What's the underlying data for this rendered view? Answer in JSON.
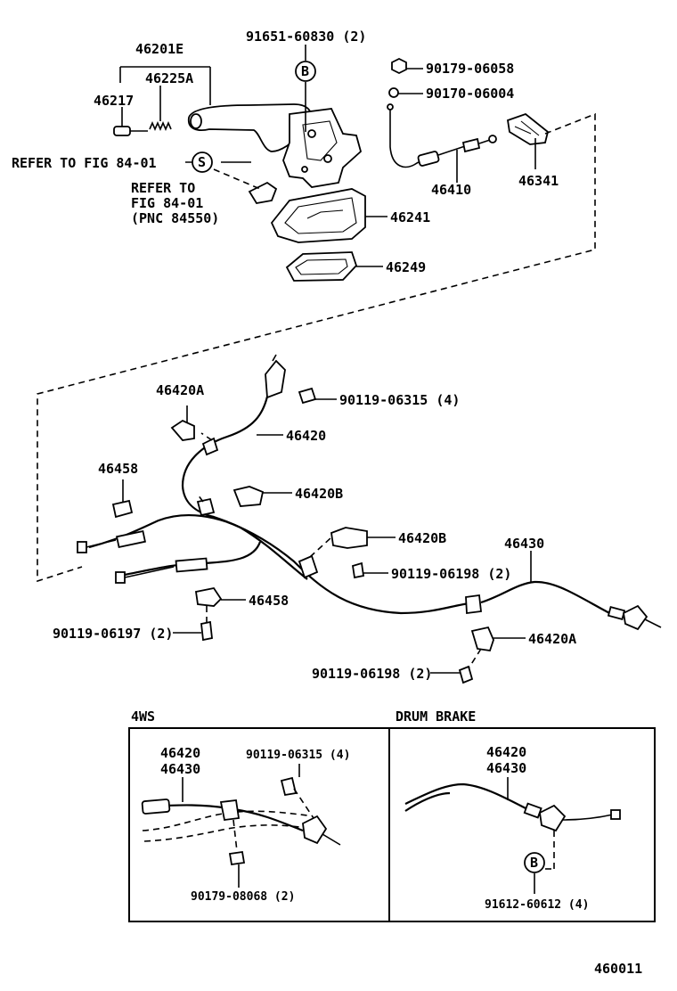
{
  "labels": {
    "p46201E": "46201E",
    "p46225A": "46225A",
    "p46217": "46217",
    "p91651": "91651-60830 (2)",
    "p90179_06058": "90179-06058",
    "p90170": "90170-06004",
    "refer1": "REFER TO FIG 84-01",
    "refer2a": "REFER TO",
    "refer2b": "FIG 84-01",
    "refer2c": "(PNC 84550)",
    "p46410": "46410",
    "p46341": "46341",
    "p46241": "46241",
    "p46249": "46249",
    "p46420A_top": "46420A",
    "p90119_06315": "90119-06315 (4)",
    "p46420": "46420",
    "p46458_top": "46458",
    "p46420B_1": "46420B",
    "p46420B_2": "46420B",
    "p46430": "46430",
    "p90119_06198_a": "90119-06198 (2)",
    "p46458_bot": "46458",
    "p90119_06197": "90119-06197 (2)",
    "p46420A_bot": "46420A",
    "p90119_06198_b": "90119-06198 (2)",
    "ref_B": "B",
    "ref_S": "S",
    "diagram_id": "460011"
  },
  "inset_4ws": {
    "title": "4WS",
    "p46420": "46420",
    "p46430": "46430",
    "p90119_06315": "90119-06315 (4)",
    "p90179_08068": "90179-08068 (2)"
  },
  "inset_drum": {
    "title": "DRUM BRAKE",
    "p46420": "46420",
    "p46430": "46430",
    "ref_B": "B",
    "p91612": "91612-60612 (4)"
  }
}
